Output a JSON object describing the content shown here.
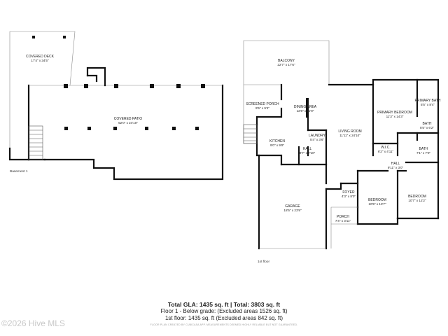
{
  "watermark": "©2026 Hive MLS",
  "floors": {
    "basement_label": "Basement 1",
    "first_label": "1st floor"
  },
  "rooms": {
    "covered_deck": {
      "name": "COVERED DECK",
      "dims": "17'4\" x 34'5\""
    },
    "covered_patio": {
      "name": "COVERED PATIO",
      "dims": "52'0\" x 24'10\""
    },
    "balcony": {
      "name": "BALCONY",
      "dims": "22'7\" x 17'6\""
    },
    "screened_porch": {
      "name": "SCREENED PORCH",
      "dims": "9'5\" x 9'4\""
    },
    "dining_area": {
      "name": "DINING AREA",
      "dims": "12'6\" x 11'9\""
    },
    "kitchen": {
      "name": "KITCHEN",
      "dims": "9'0\" x 9'9\""
    },
    "laundry": {
      "name": "LAUNDRY",
      "dims": "5'4\" x 3'6\""
    },
    "hall_1": {
      "name": "HALL",
      "dims": "9'7\" x 7'10\""
    },
    "living_room": {
      "name": "LIVING ROOM",
      "dims": "11'11\" x 24'10\""
    },
    "primary_bedroom": {
      "name": "PRIMARY BEDROOM",
      "dims": "11'3\" x 14'3\""
    },
    "primary_bath": {
      "name": "PRIMARY BATH",
      "dims": "5'5\" x 8'4\""
    },
    "bath_small": {
      "name": "BATH",
      "dims": "5'5\" x 6'2\""
    },
    "wic": {
      "name": "W.I.C.",
      "dims": "6'2\" x 4'11\""
    },
    "bath_2": {
      "name": "BATH",
      "dims": "7'1\" x 7'0\""
    },
    "hall_2": {
      "name": "HALL",
      "dims": "9'11\" x 3'0\""
    },
    "foyer": {
      "name": "FOYER",
      "dims": "4'3\" x 8'0\""
    },
    "bedroom_1": {
      "name": "BEDROOM",
      "dims": "10'5\" x 13'7\""
    },
    "bedroom_2": {
      "name": "BEDROOM",
      "dims": "10'7\" x 12'2\""
    },
    "garage": {
      "name": "GARAGE",
      "dims": "18'5\" x 23'9\""
    },
    "porch": {
      "name": "PORCH",
      "dims": "7'4\" x 3'11\""
    }
  },
  "summary": {
    "line1": "Total GLA: 1435 sq. ft | Total: 3803 sq. ft",
    "line2": "Floor 1 - Below grade: (Excluded areas 1526 sq. ft)",
    "line3": "1st floor: 1435 sq. ft (Excluded areas 842 sq. ft)",
    "line4": "FLOOR PLAN CREATED BY CUBICASA APP. MEASUREMENTS DEEMED HIGHLY RELIABLE BUT NOT GUARANTEED."
  }
}
